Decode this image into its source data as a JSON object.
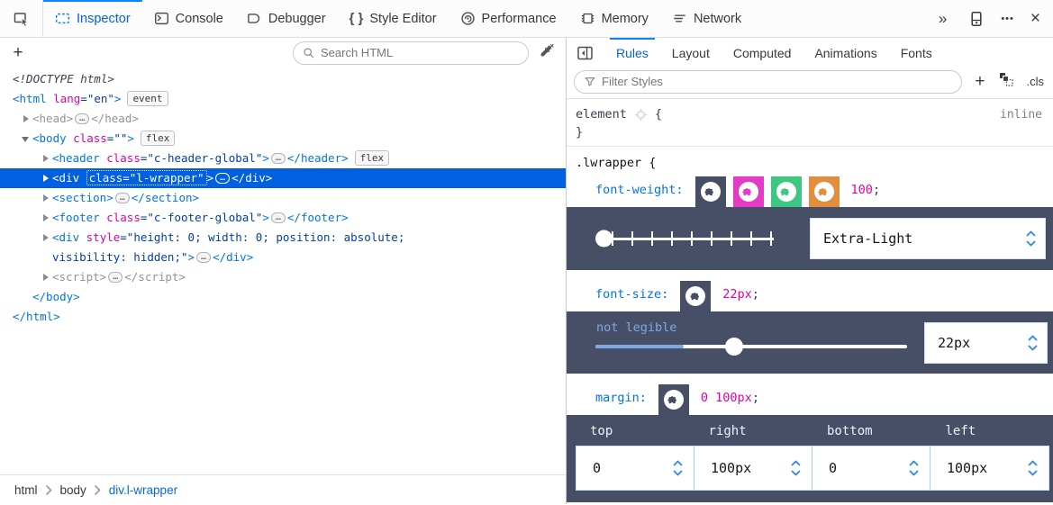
{
  "toolbar": {
    "tabs": [
      "Inspector",
      "Console",
      "Debugger",
      "Style Editor",
      "Performance",
      "Memory",
      "Network"
    ],
    "overflow": "»",
    "more": "•••",
    "close": "×"
  },
  "glyphs": {
    "ellipsis": "…",
    "braces": "{ }"
  },
  "left": {
    "add": "+",
    "search_placeholder": "Search HTML",
    "markup": {
      "lines": [
        {
          "ind": 0,
          "seg": [
            [
              "d",
              "<!DOCTYPE html>"
            ]
          ]
        },
        {
          "ind": 0,
          "seg": [
            [
              "t",
              "<html "
            ],
            [
              "a",
              "lang"
            ],
            [
              "v",
              "=\"en\""
            ],
            [
              "t",
              ">"
            ],
            [
              "bdg",
              "event"
            ]
          ]
        },
        {
          "ind": 1,
          "tw": "closed",
          "seg": [
            [
              "g",
              "<head>"
            ],
            [
              "pill"
            ],
            [
              "g",
              "</head>"
            ]
          ]
        },
        {
          "ind": 1,
          "tw": "open",
          "seg": [
            [
              "t",
              "<body "
            ],
            [
              "a",
              "class"
            ],
            [
              "v",
              "=\"\""
            ],
            [
              "t",
              ">"
            ],
            [
              "bdg",
              "flex"
            ]
          ]
        },
        {
          "ind": 2,
          "tw": "closed",
          "seg": [
            [
              "t",
              "<header "
            ],
            [
              "a",
              "class"
            ],
            [
              "v",
              "=\"c-header-global\""
            ],
            [
              "t",
              ">"
            ],
            [
              "pill"
            ],
            [
              "t",
              "</header>"
            ],
            [
              "bdg",
              "flex"
            ]
          ]
        },
        {
          "ind": 2,
          "tw": "closed",
          "sel": true,
          "seg": [
            [
              "t",
              "<div "
            ],
            [
              "box",
              "class=\"l-wrapper\""
            ],
            [
              "t",
              ">"
            ],
            [
              "pill"
            ],
            [
              "t",
              "</div>"
            ]
          ]
        },
        {
          "ind": 2,
          "tw": "closed",
          "seg": [
            [
              "t",
              "<section>"
            ],
            [
              "pill"
            ],
            [
              "t",
              "</section>"
            ]
          ]
        },
        {
          "ind": 2,
          "tw": "closed",
          "seg": [
            [
              "t",
              "<footer "
            ],
            [
              "a",
              "class"
            ],
            [
              "v",
              "=\"c-footer-global\""
            ],
            [
              "t",
              ">"
            ],
            [
              "pill"
            ],
            [
              "t",
              "</footer>"
            ]
          ]
        },
        {
          "ind": 2,
          "tw": "closed",
          "seg": [
            [
              "t",
              "<div "
            ],
            [
              "a",
              "style"
            ],
            [
              "v",
              "=\"height: 0; width: 0; position: absolute;"
            ]
          ]
        },
        {
          "ind": 2,
          "seg": [
            [
              "v",
              "visibility: hidden;\""
            ],
            [
              "t",
              ">"
            ],
            [
              "pill"
            ],
            [
              "t",
              "</div>"
            ]
          ]
        },
        {
          "ind": 2,
          "tw": "closed",
          "seg": [
            [
              "g",
              "<script>"
            ],
            [
              "pill"
            ],
            [
              "g",
              "</script>"
            ]
          ]
        },
        {
          "ind": 1,
          "seg": [
            [
              "t",
              "</body>"
            ]
          ]
        },
        {
          "ind": 0,
          "seg": [
            [
              "t",
              "</html>"
            ]
          ]
        }
      ]
    },
    "breadcrumbs": [
      "html",
      "body",
      "div.l-wrapper"
    ]
  },
  "right": {
    "tabs": [
      "Rules",
      "Layout",
      "Computed",
      "Animations",
      "Fonts"
    ],
    "filter_placeholder": "Filter Styles",
    "add": "+",
    "cls": ".cls",
    "element_rule": {
      "selector": "element",
      "open": "{",
      "location": "inline",
      "close": "}"
    },
    "rule": {
      "selector": ".lwrapper {"
    },
    "props": {
      "font_weight": {
        "name": "font-weight:",
        "value": "100",
        "semi": ";"
      },
      "font_size": {
        "name": "font-size:",
        "value": "22px",
        "semi": ";"
      },
      "margin": {
        "name": "margin:",
        "value": "0 100px",
        "semi": ";"
      }
    },
    "weight_editor": {
      "value": "Extra-Light"
    },
    "size_editor": {
      "label": "not legible",
      "value": "22px"
    },
    "margin_editor": {
      "labels": [
        "top",
        "right",
        "bottom",
        "left"
      ],
      "values": [
        "0",
        "100px",
        "0",
        "100px"
      ]
    },
    "colors": {
      "slate": "#474f66",
      "magenta": "#e43bc5",
      "green": "#3ec780",
      "orange": "#e18e3e",
      "accent": "#0a84ff"
    }
  }
}
